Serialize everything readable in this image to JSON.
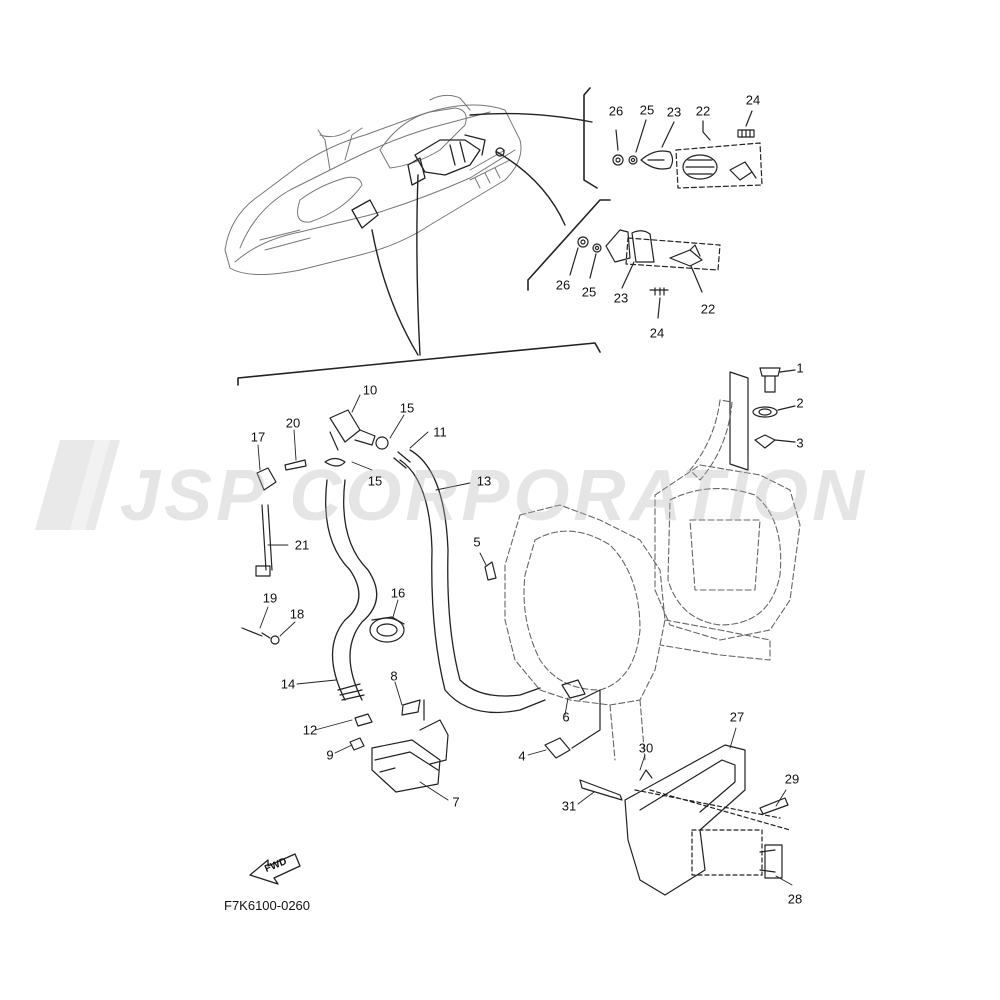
{
  "diagram": {
    "code": "F7K6100-0260",
    "watermark": "JSP CORPORATION",
    "fwd_label": "FWD"
  },
  "callouts": [
    {
      "id": "c1",
      "label": "1"
    },
    {
      "id": "c2",
      "label": "2"
    },
    {
      "id": "c3",
      "label": "3"
    },
    {
      "id": "c4",
      "label": "4"
    },
    {
      "id": "c5",
      "label": "5"
    },
    {
      "id": "c6",
      "label": "6"
    },
    {
      "id": "c7",
      "label": "7"
    },
    {
      "id": "c8",
      "label": "8"
    },
    {
      "id": "c9",
      "label": "9"
    },
    {
      "id": "c10",
      "label": "10"
    },
    {
      "id": "c11",
      "label": "11"
    },
    {
      "id": "c12",
      "label": "12"
    },
    {
      "id": "c13",
      "label": "13"
    },
    {
      "id": "c14",
      "label": "14"
    },
    {
      "id": "c15a",
      "label": "15"
    },
    {
      "id": "c15b",
      "label": "15"
    },
    {
      "id": "c16",
      "label": "16"
    },
    {
      "id": "c17",
      "label": "17"
    },
    {
      "id": "c18",
      "label": "18"
    },
    {
      "id": "c19",
      "label": "19"
    },
    {
      "id": "c20",
      "label": "20"
    },
    {
      "id": "c21",
      "label": "21"
    },
    {
      "id": "c22a",
      "label": "22"
    },
    {
      "id": "c22b",
      "label": "22"
    },
    {
      "id": "c23a",
      "label": "23"
    },
    {
      "id": "c23b",
      "label": "23"
    },
    {
      "id": "c24a",
      "label": "24"
    },
    {
      "id": "c24b",
      "label": "24"
    },
    {
      "id": "c25a",
      "label": "25"
    },
    {
      "id": "c25b",
      "label": "25"
    },
    {
      "id": "c26a",
      "label": "26"
    },
    {
      "id": "c26b",
      "label": "26"
    },
    {
      "id": "c27",
      "label": "27"
    },
    {
      "id": "c28",
      "label": "28"
    },
    {
      "id": "c29",
      "label": "29"
    },
    {
      "id": "c30",
      "label": "30"
    },
    {
      "id": "c31",
      "label": "31"
    }
  ]
}
